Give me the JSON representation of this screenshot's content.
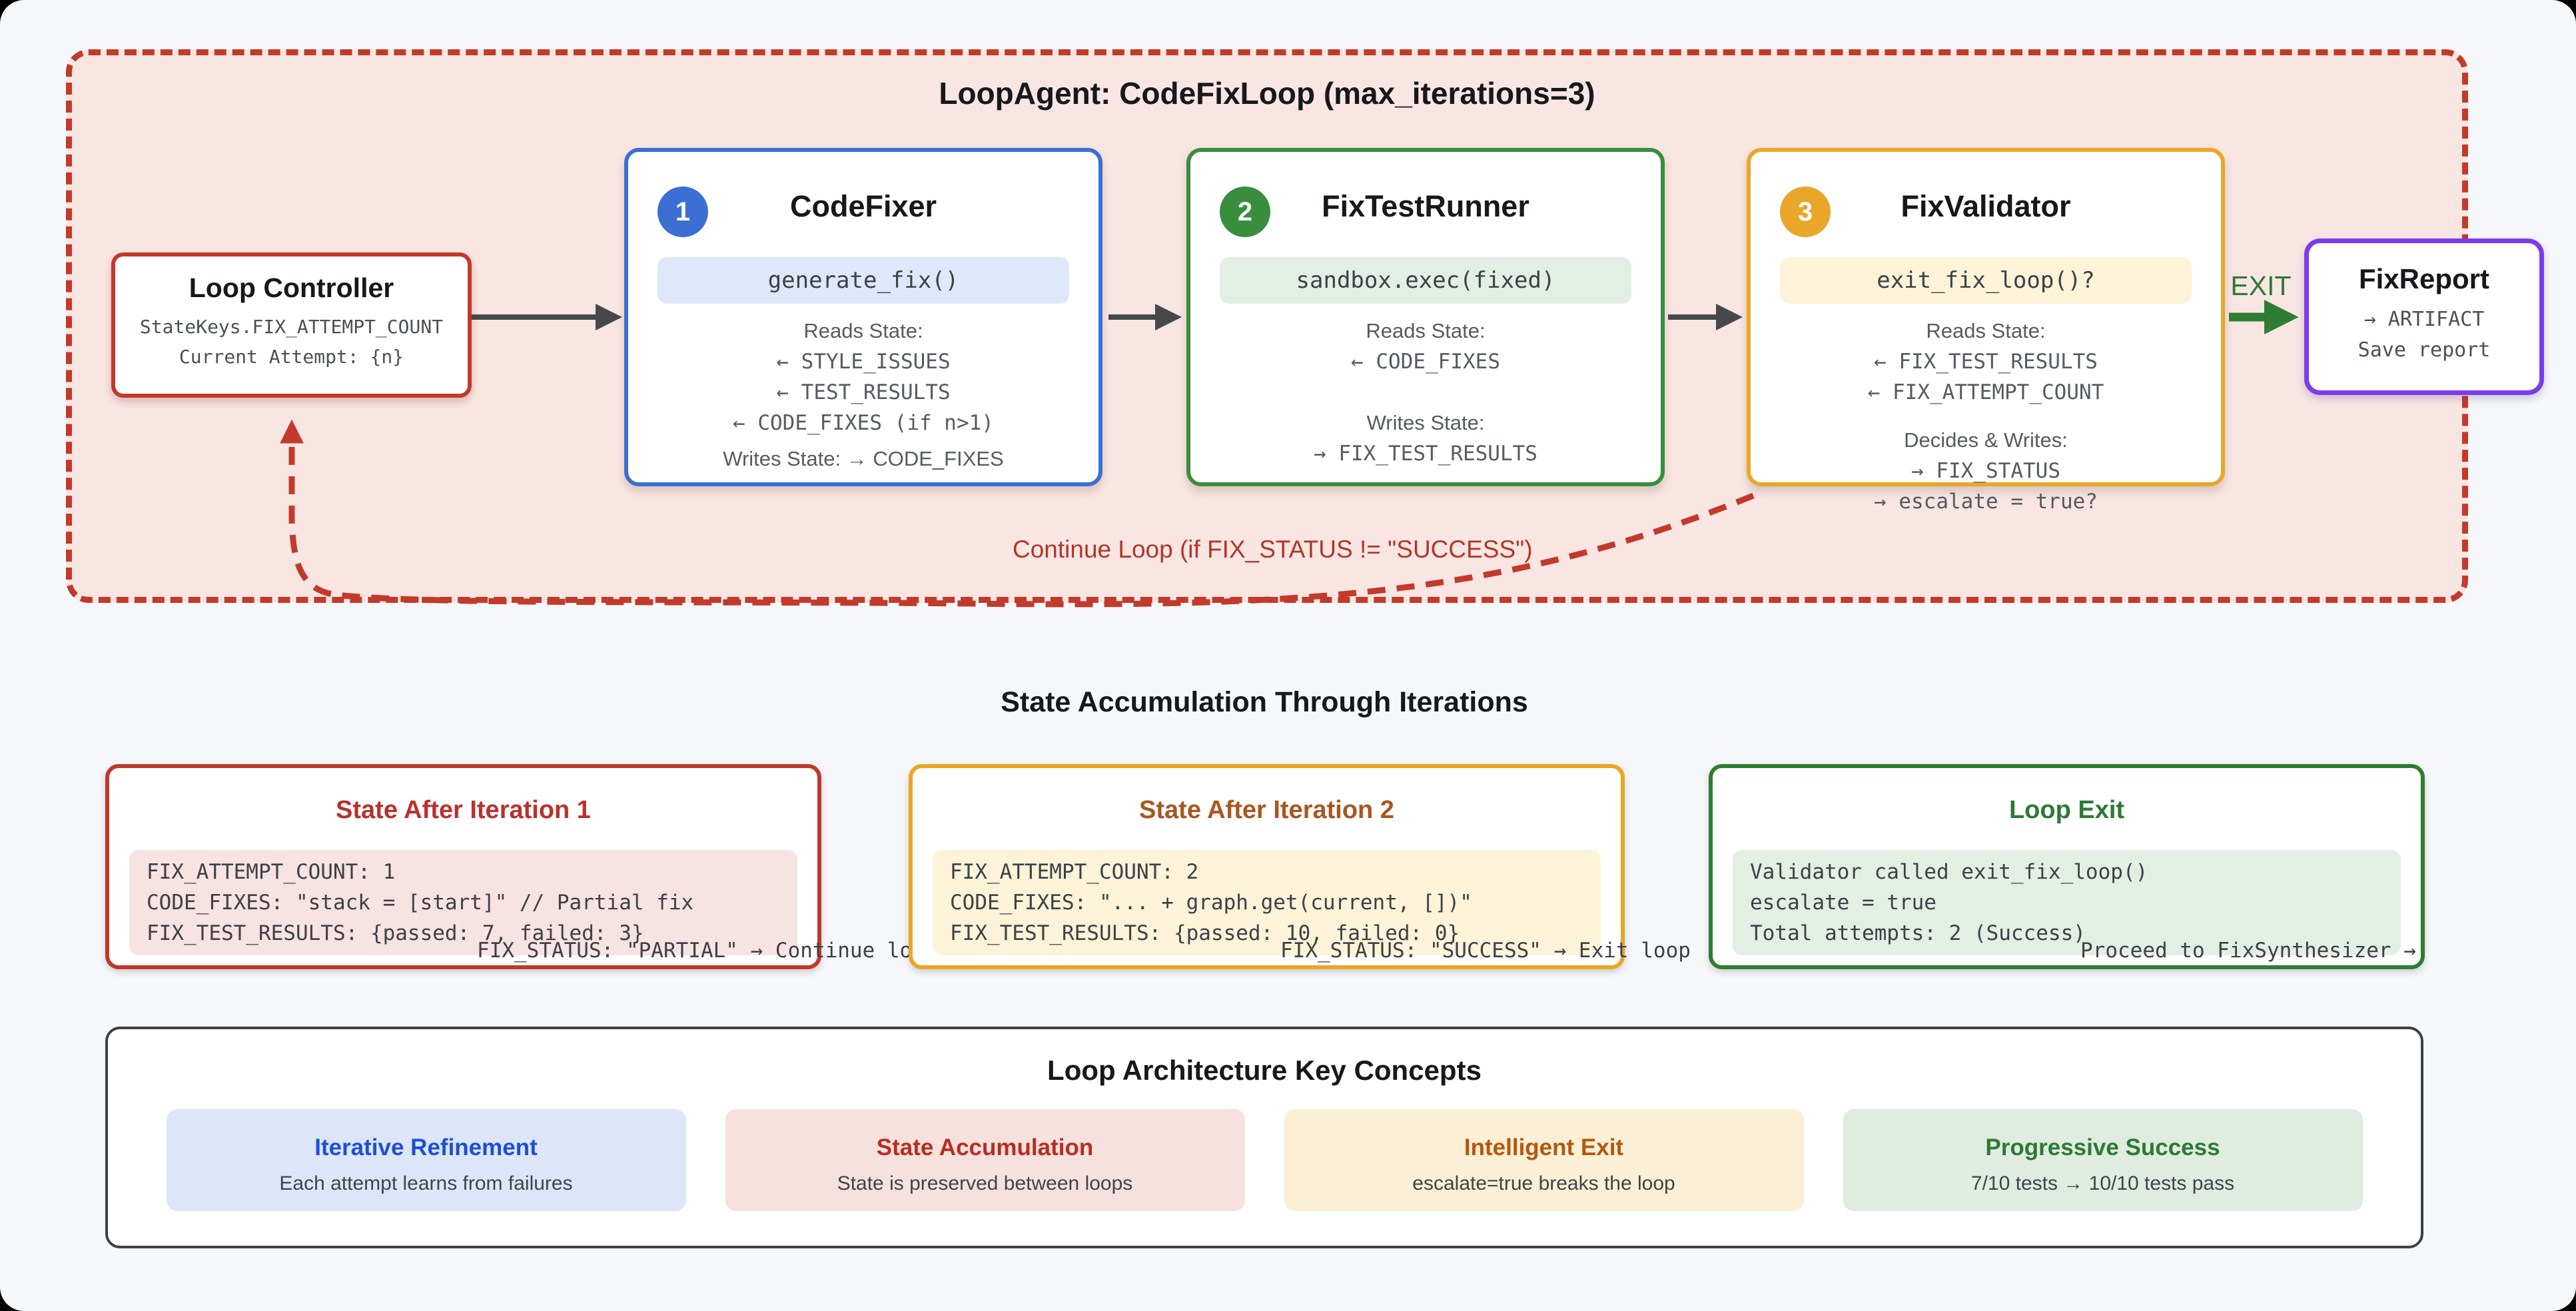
{
  "colors": {
    "loop_red": "#c0392b",
    "blue": "#3b6fd3",
    "green": "#388e3c",
    "amber": "#eaa62a",
    "purple": "#7c3bed",
    "exit_green": "#2c7a33",
    "container_bg": "#f9e6e3"
  },
  "flow": {
    "title": "LoopAgent: CodeFixLoop (max_iterations=3)",
    "controller": {
      "title": "Loop Controller",
      "line1": "StateKeys.FIX_ATTEMPT_COUNT",
      "line2": "Current Attempt: {n}"
    },
    "codefixer": {
      "number": "1",
      "title": "CodeFixer",
      "pill": "generate_fix()",
      "reads_label": "Reads State:",
      "read1": "← STYLE_ISSUES",
      "read2": "← TEST_RESULTS",
      "read3": "← CODE_FIXES (if n>1)",
      "writes_line": "Writes State: → CODE_FIXES"
    },
    "testrunner": {
      "number": "2",
      "title": "FixTestRunner",
      "pill": "sandbox.exec(fixed)",
      "reads_label": "Reads State:",
      "read1": "← CODE_FIXES",
      "writes_label": "Writes State:",
      "write1": "→ FIX_TEST_RESULTS"
    },
    "validator": {
      "number": "3",
      "title": "FixValidator",
      "pill": "exit_fix_loop()?",
      "reads_label": "Reads State:",
      "read1": "← FIX_TEST_RESULTS",
      "read2": "← FIX_ATTEMPT_COUNT",
      "writes_label": "Decides & Writes:",
      "write1": "→ FIX_STATUS",
      "write2": "→ escalate = true?"
    },
    "exit_label": "EXIT",
    "report": {
      "title": "FixReport",
      "line1": "→ ARTIFACT",
      "line2": "Save report"
    },
    "continue_label": "Continue Loop (if FIX_STATUS != \"SUCCESS\")"
  },
  "state_section": {
    "heading": "State Accumulation Through Iterations",
    "iter1": {
      "title": "State After Iteration 1",
      "code1": "FIX_ATTEMPT_COUNT: 1",
      "code2": "CODE_FIXES: \"stack = [start]\" // Partial fix",
      "code3": "FIX_TEST_RESULTS: {passed: 7, failed: 3}",
      "overflow": "FIX_STATUS: \"PARTIAL\" → Continue loop"
    },
    "iter2": {
      "title": "State After Iteration 2",
      "code1": "FIX_ATTEMPT_COUNT: 2",
      "code2": "CODE_FIXES: \"... + graph.get(current, [])\"",
      "code3": "FIX_TEST_RESULTS: {passed: 10, failed: 0}",
      "overflow": "FIX_STATUS: \"SUCCESS\" → Exit loop"
    },
    "iter3": {
      "title": "Loop Exit",
      "code1": "Validator called exit_fix_loop()",
      "code2": "escalate = true",
      "code3": "Total attempts: 2 (Success)",
      "overflow": "Proceed to FixSynthesizer →"
    }
  },
  "concepts": {
    "heading": "Loop Architecture Key Concepts",
    "cards": [
      {
        "title": "Iterative Refinement",
        "desc": "Each attempt learns from failures"
      },
      {
        "title": "State Accumulation",
        "desc": "State is preserved between loops"
      },
      {
        "title": "Intelligent Exit",
        "desc": "escalate=true breaks the loop"
      },
      {
        "title": "Progressive Success",
        "desc": "7/10 tests → 10/10 tests pass"
      }
    ]
  }
}
